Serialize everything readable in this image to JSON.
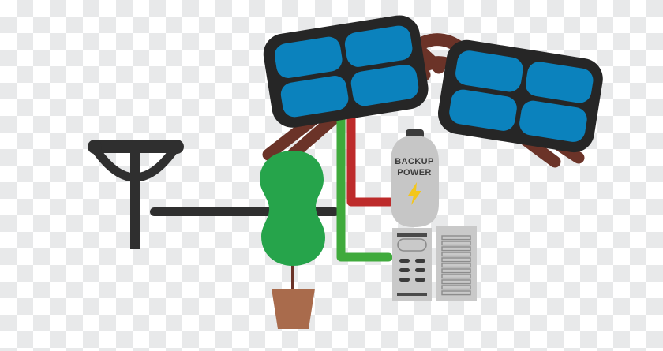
{
  "illustration": {
    "title": "Solar power system with backup power diagram",
    "background": "transparency-checkerboard"
  },
  "palette": {
    "panel_frame": "#262626",
    "panel_cell": "#0b82bd",
    "panel_cell_shadow": "#0a74ab",
    "support_brown": "#6b3328",
    "wire_red": "#bd2b2b",
    "wire_green": "#3faa3c",
    "grid_black": "#2f2f2f",
    "tree_green": "#26a44b",
    "pot_brown": "#a96b4c",
    "trunk_brown": "#8a5232",
    "battery_body": "#c6c6c6",
    "battery_cap": "#3b3b3b",
    "battery_text": "#3b3b3b",
    "bolt_yellow": "#f3c61c",
    "cabinet_body": "#c9c9c9",
    "cabinet_detail": "#8c8c8c",
    "cabinet_dark": "#4a4a4a"
  },
  "components": {
    "solar_array_left": {
      "name": "Solar panel array (left)",
      "cells": 4,
      "legs": 2
    },
    "solar_array_right": {
      "name": "Solar panel array (right)",
      "cells": 4,
      "legs": 2
    },
    "roof_connector": {
      "name": "Roof ridge connector",
      "arcs": 2
    },
    "battery": {
      "name": "Backup power battery",
      "label_line1": "BACKUP",
      "label_line2": "POWER",
      "icon": "lightning-bolt-icon"
    },
    "control_cabinet": {
      "name": "Inverter control unit",
      "display": "oval-display",
      "button_rows": 3,
      "button_columns": 2
    },
    "vent_cabinet": {
      "name": "Ventilated equipment cabinet",
      "vent_slots": 12
    },
    "utility_pole": {
      "name": "Utility grid pole",
      "crossarm_caps": 2
    },
    "power_line": {
      "name": "Grid power line"
    },
    "plant": {
      "name": "Potted tree"
    },
    "wires": [
      {
        "name": "Red DC wire",
        "color": "#bd2b2b"
      },
      {
        "name": "Green DC wire",
        "color": "#3faa3c"
      }
    ]
  }
}
